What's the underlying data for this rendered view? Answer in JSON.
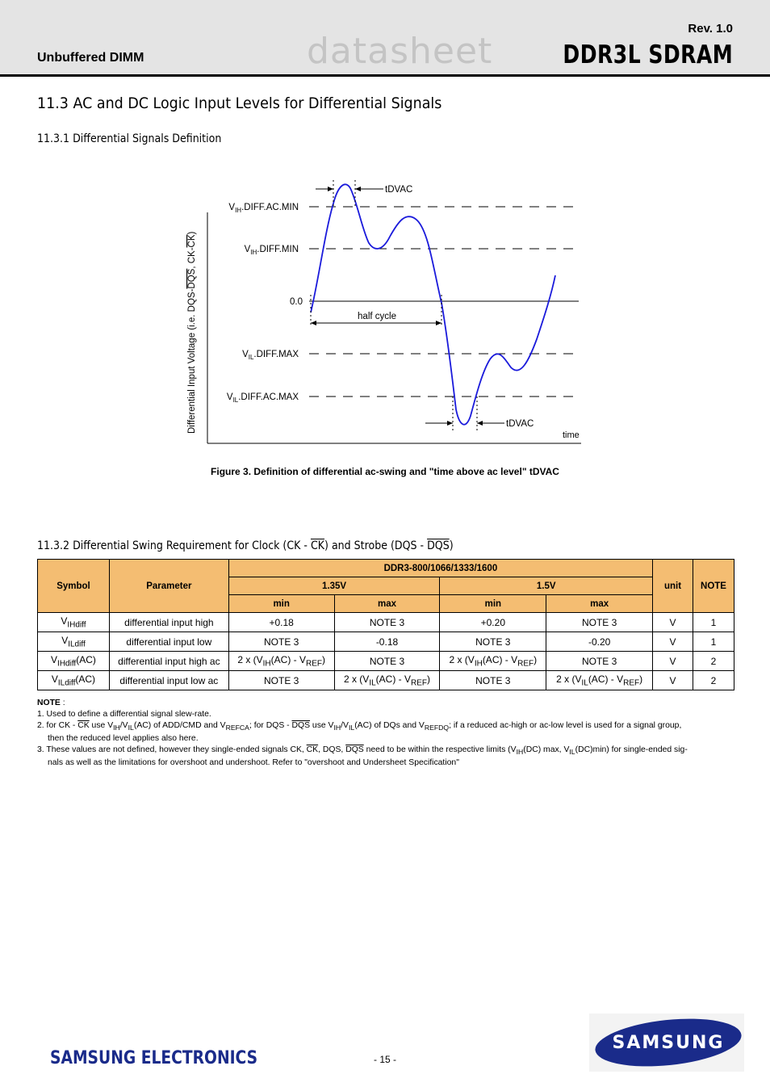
{
  "header": {
    "left": "Unbuffered DIMM",
    "watermark": "datasheet",
    "rev": "Rev. 1.0",
    "title": "DDR3L SDRAM"
  },
  "section": {
    "title": "11.3 AC and DC Logic Input Levels for Differential Signals",
    "sub1": "11.3.1 Differential Signals Definition",
    "sub2_a": "11.3.2 Differential Swing Requirement for Clock (CK - ",
    "sub2_b": "CK",
    "sub2_c": ") and Strobe (DQS - ",
    "sub2_d": "DQS",
    "sub2_e": ")"
  },
  "diagram": {
    "ylabel_a": "Differential Input Voltage (i.e. DQS-",
    "ylabel_b": "DQS",
    "ylabel_c": ", CK-",
    "ylabel_d": "CK",
    "ylabel_e": ")",
    "xlabel": "time",
    "tdvac_top": "tDVAC",
    "tdvac_bottom": "tDVAC",
    "half_cycle": "half cycle",
    "zero": "0.0",
    "levels": {
      "vih_ac_main": "V",
      "vih_ac_sub": "IH",
      "vih_ac_rest": ".DIFF.AC.MIN",
      "vih_main": "V",
      "vih_sub": "IH",
      "vih_rest": ".DIFF.MIN",
      "vil_main": "V",
      "vil_sub": "IL",
      "vil_rest": ".DIFF.MAX",
      "vil_ac_main": "V",
      "vil_ac_sub": "IL",
      "vil_ac_rest": ".DIFF.AC.MAX"
    },
    "caption": "Figure 3. Definition of differential ac-swing and \"time above ac level\" tDVAC"
  },
  "table": {
    "h_symbol": "Symbol",
    "h_parameter": "Parameter",
    "h_group": "DDR3-800/1066/1333/1600",
    "h_135": "1.35V",
    "h_15": "1.5V",
    "h_unit": "unit",
    "h_note": "NOTE",
    "h_min1": "min",
    "h_max1": "max",
    "h_min2": "min",
    "h_max2": "max",
    "rows": [
      {
        "sym": "V",
        "sub": "IHdiff",
        "suffix": "",
        "param": "differential input high",
        "min135": "+0.18",
        "max135": "NOTE 3",
        "min15": "+0.20",
        "max15": "NOTE 3",
        "unit": "V",
        "note": "1"
      },
      {
        "sym": "V",
        "sub": "ILdiff",
        "suffix": "",
        "param": "differential input low",
        "min135": "NOTE 3",
        "max135": "-0.18",
        "min15": "NOTE 3",
        "max15": "-0.20",
        "unit": "V",
        "note": "1"
      },
      {
        "sym": "V",
        "sub": "IHdiff",
        "suffix": "(AC)",
        "param": "differential input high ac",
        "unit": "V",
        "note": "2"
      },
      {
        "sym": "V",
        "sub": "ILdiff",
        "suffix": "(AC)",
        "param": "differential input low ac",
        "unit": "V",
        "note": "2"
      }
    ],
    "formula": {
      "pre": "2 x (V",
      "ih": "IH",
      "il": "IL",
      "mid": "(AC) - V",
      "ref": "REF",
      "post": ")"
    },
    "note3": "NOTE 3"
  },
  "notes": {
    "head": "NOTE",
    "head_colon": " :",
    "n1": "1. Used to define a differential signal slew-rate.",
    "n2_a": "2. for CK - ",
    "n2_ck": "CK",
    "n2_b": " use V",
    "n2_ih": "IH",
    "n2_slash": "/V",
    "n2_il": "IL",
    "n2_c": "(AC) of ADD/CMD and V",
    "n2_refca": "REFCA",
    "n2_d": "; for DQS - ",
    "n2_dqs": "DQS",
    "n2_e": " use V",
    "n2_ih2": "IH",
    "n2_slash2": "/V",
    "n2_il2": "IL",
    "n2_f": "(AC) of DQs and V",
    "n2_refdq": "REFDQ",
    "n2_g": "; if a reduced ac-high or ac-low level is used for a signal group,",
    "n2_cont": "then the reduced level applies also here.",
    "n3_a": "3. These values are not defined, however they single-ended signals CK, ",
    "n3_ck": "CK",
    "n3_b": ", DQS, ",
    "n3_dqs": "DQS",
    "n3_c": " need to be within the respective limits (V",
    "n3_ih": "IH",
    "n3_d": "(DC) max, V",
    "n3_il": "IL",
    "n3_e": "(DC)min) for single-ended sig-",
    "n3_cont": "nals as well as the limitations for overshoot and undershoot. Refer to \"overshoot and Undersheet Specification\""
  },
  "footer": {
    "company": "SAMSUNG ELECTRONICS",
    "page": "- 15 -",
    "logo": "SAMSUNG"
  },
  "colors": {
    "header_bg": "#e4e4e4",
    "table_header": "#f4bd72",
    "waveform": "#1a1adb",
    "brand_blue": "#1a2b8a"
  }
}
